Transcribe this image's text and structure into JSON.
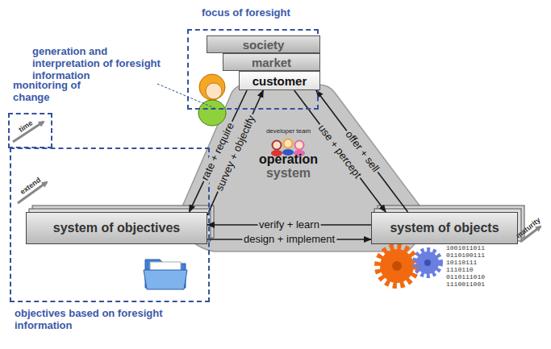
{
  "diagram": {
    "nodes": [
      {
        "text": [
          "focus of foresight"
        ]
      },
      {
        "text": [
          "society"
        ],
        "in": 0
      },
      {
        "text": [
          "market"
        ],
        "in": 0
      },
      {
        "text": [
          "customer"
        ],
        "in": 0
      },
      {
        "text": [
          "developer team",
          "operation system"
        ]
      },
      {
        "text": [
          "monitoring of change"
        ]
      },
      {
        "text": [
          "objectives based on foresight information"
        ]
      },
      {
        "text": [
          "system of objectives"
        ],
        "in": 6
      },
      {
        "text": [
          "system of objects"
        ]
      }
    ],
    "edges": [
      {
        "from": 3,
        "to": 7,
        "label": "rate + require",
        "arrow": "to"
      },
      {
        "from": 7,
        "to": 3,
        "label": "survey + objectify",
        "arrow": "to"
      },
      {
        "from": 3,
        "to": 8,
        "label": "use + percept",
        "arrow": "to"
      },
      {
        "from": 8,
        "to": 3,
        "label": "offer + sell",
        "arrow": "to"
      },
      {
        "from": 8,
        "to": 7,
        "label": "verify + learn",
        "arrow": "to"
      },
      {
        "from": 7,
        "to": 8,
        "label": "design + implement",
        "arrow": "to"
      }
    ],
    "labels": [
      "generation and interpretation of foresight information",
      "time",
      "extend",
      "maturity",
      "1001011011",
      "0110100111",
      "10110111",
      "1110110",
      "0110111010",
      "1110011001"
    ]
  }
}
